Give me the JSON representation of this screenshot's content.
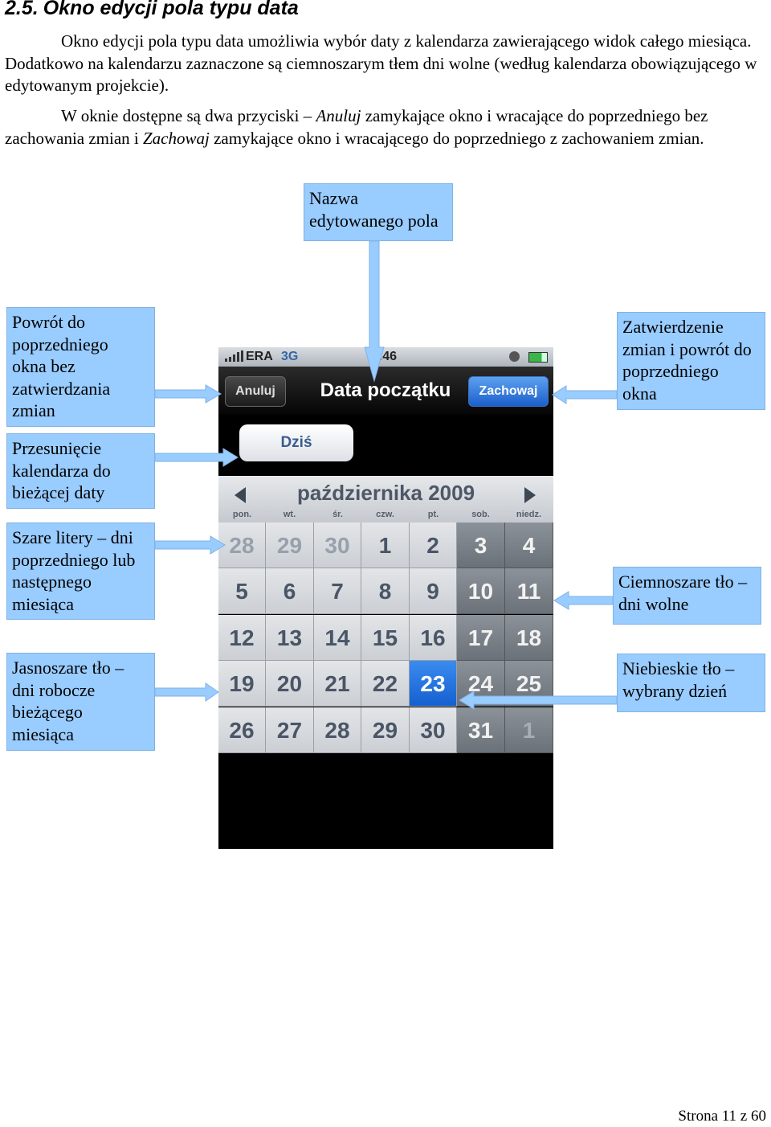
{
  "heading": {
    "number": "2.5.",
    "title": "Okno edycji pola typu data"
  },
  "paragraphs": {
    "p1": "Okno edycji pola typu data umożliwia wybór daty z kalendarza zawierającego widok całego miesiąca. Dodatkowo na kalendarzu zaznaczone są ciemnoszarym tłem dni wolne (według kalendarza obowiązującego w edytowanym projekcie).",
    "p2_a": "W oknie dostępne są dwa przyciski – ",
    "p2_cancel": "Anuluj",
    "p2_b": " zamykające okno i wracające do poprzedniego bez zachowania zmian i ",
    "p2_save": "Zachowaj",
    "p2_c": " zamykające okno i wracającego do poprzedniego z zachowaniem zmian."
  },
  "callouts": {
    "field_name": [
      "Nazwa",
      "edytowanego pola"
    ],
    "back": [
      "Powrót do",
      "poprzedniego",
      "okna  bez",
      "zatwierdzania",
      "zmian"
    ],
    "today": [
      "Przesunięcie",
      "kalendarza do",
      "bieżącej daty"
    ],
    "gray_letters": [
      "Szare litery – dni",
      "poprzedniego lub",
      "następnego",
      "miesiąca"
    ],
    "light_bg": [
      "Jasnoszare tło –",
      "dni robocze",
      "bieżącego",
      "miesiąca"
    ],
    "confirm": [
      "Zatwierdzenie",
      "zmian i powrót do",
      "poprzedniego",
      "okna"
    ],
    "dark_bg": [
      "Ciemnoszare tło –",
      "dni wolne"
    ],
    "blue_bg": [
      "Niebieskie tło –",
      "wybrany dzień"
    ]
  },
  "phone": {
    "status": {
      "carrier": "ERA",
      "network": "3G",
      "time": "2:46"
    },
    "nav": {
      "cancel_label": "Anuluj",
      "title": "Data początku",
      "save_label": "Zachowaj"
    },
    "today_label": "Dziś",
    "month_label": "października 2009",
    "weekdays": [
      "pon.",
      "wt.",
      "śr.",
      "czw.",
      "pt.",
      "sob.",
      "niedz."
    ],
    "weeks": [
      [
        "28",
        "29",
        "30",
        "1",
        "2",
        "3",
        "4"
      ],
      [
        "5",
        "6",
        "7",
        "8",
        "9",
        "10",
        "11"
      ],
      [
        "12",
        "13",
        "14",
        "15",
        "16",
        "17",
        "18"
      ],
      [
        "19",
        "20",
        "21",
        "22",
        "23",
        "24",
        "25"
      ],
      [
        "26",
        "27",
        "28",
        "29",
        "30",
        "31",
        "1"
      ]
    ],
    "selected_day": "23"
  },
  "footer": {
    "page": "Strona 11 z 60"
  }
}
